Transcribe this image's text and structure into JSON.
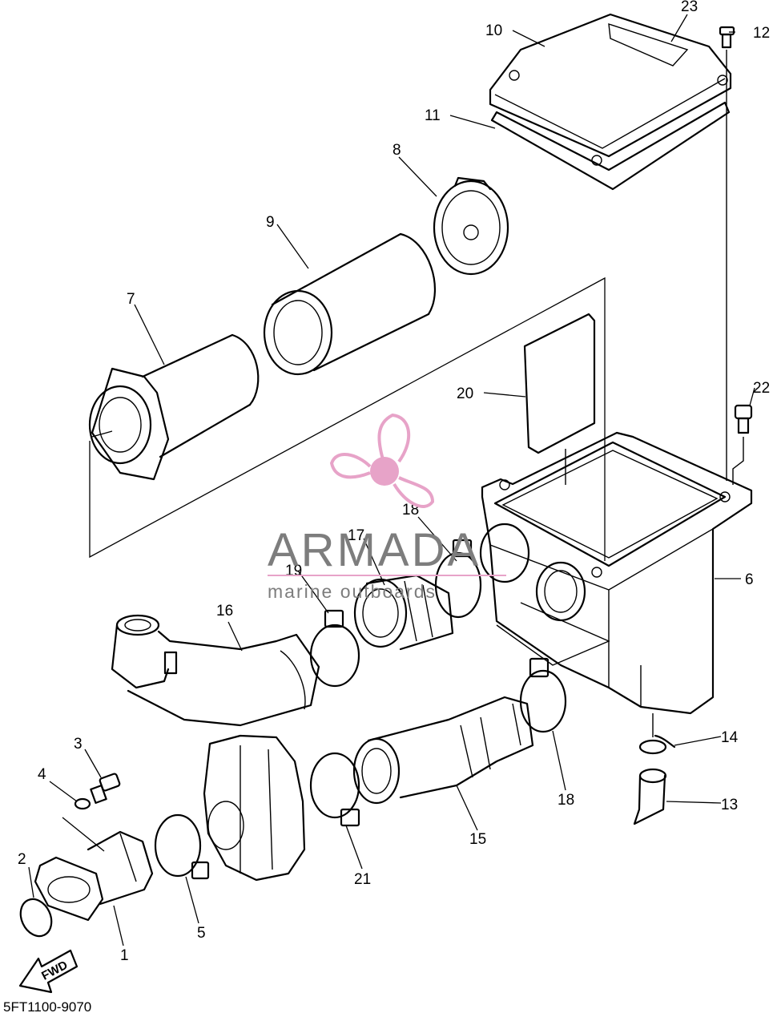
{
  "diagram": {
    "drawing_code": "5FT1100-9070",
    "fwd_label": "FWD",
    "callouts": [
      "1",
      "2",
      "3",
      "4",
      "5",
      "6",
      "7",
      "8",
      "9",
      "10",
      "11",
      "12",
      "13",
      "14",
      "15",
      "16",
      "17",
      "18",
      "19",
      "20",
      "21",
      "22",
      "23"
    ],
    "extra_callouts": [
      "18"
    ]
  },
  "watermark": {
    "brand": "ARMADA",
    "tagline": "marine outboards",
    "color": "#e7a3c8"
  }
}
